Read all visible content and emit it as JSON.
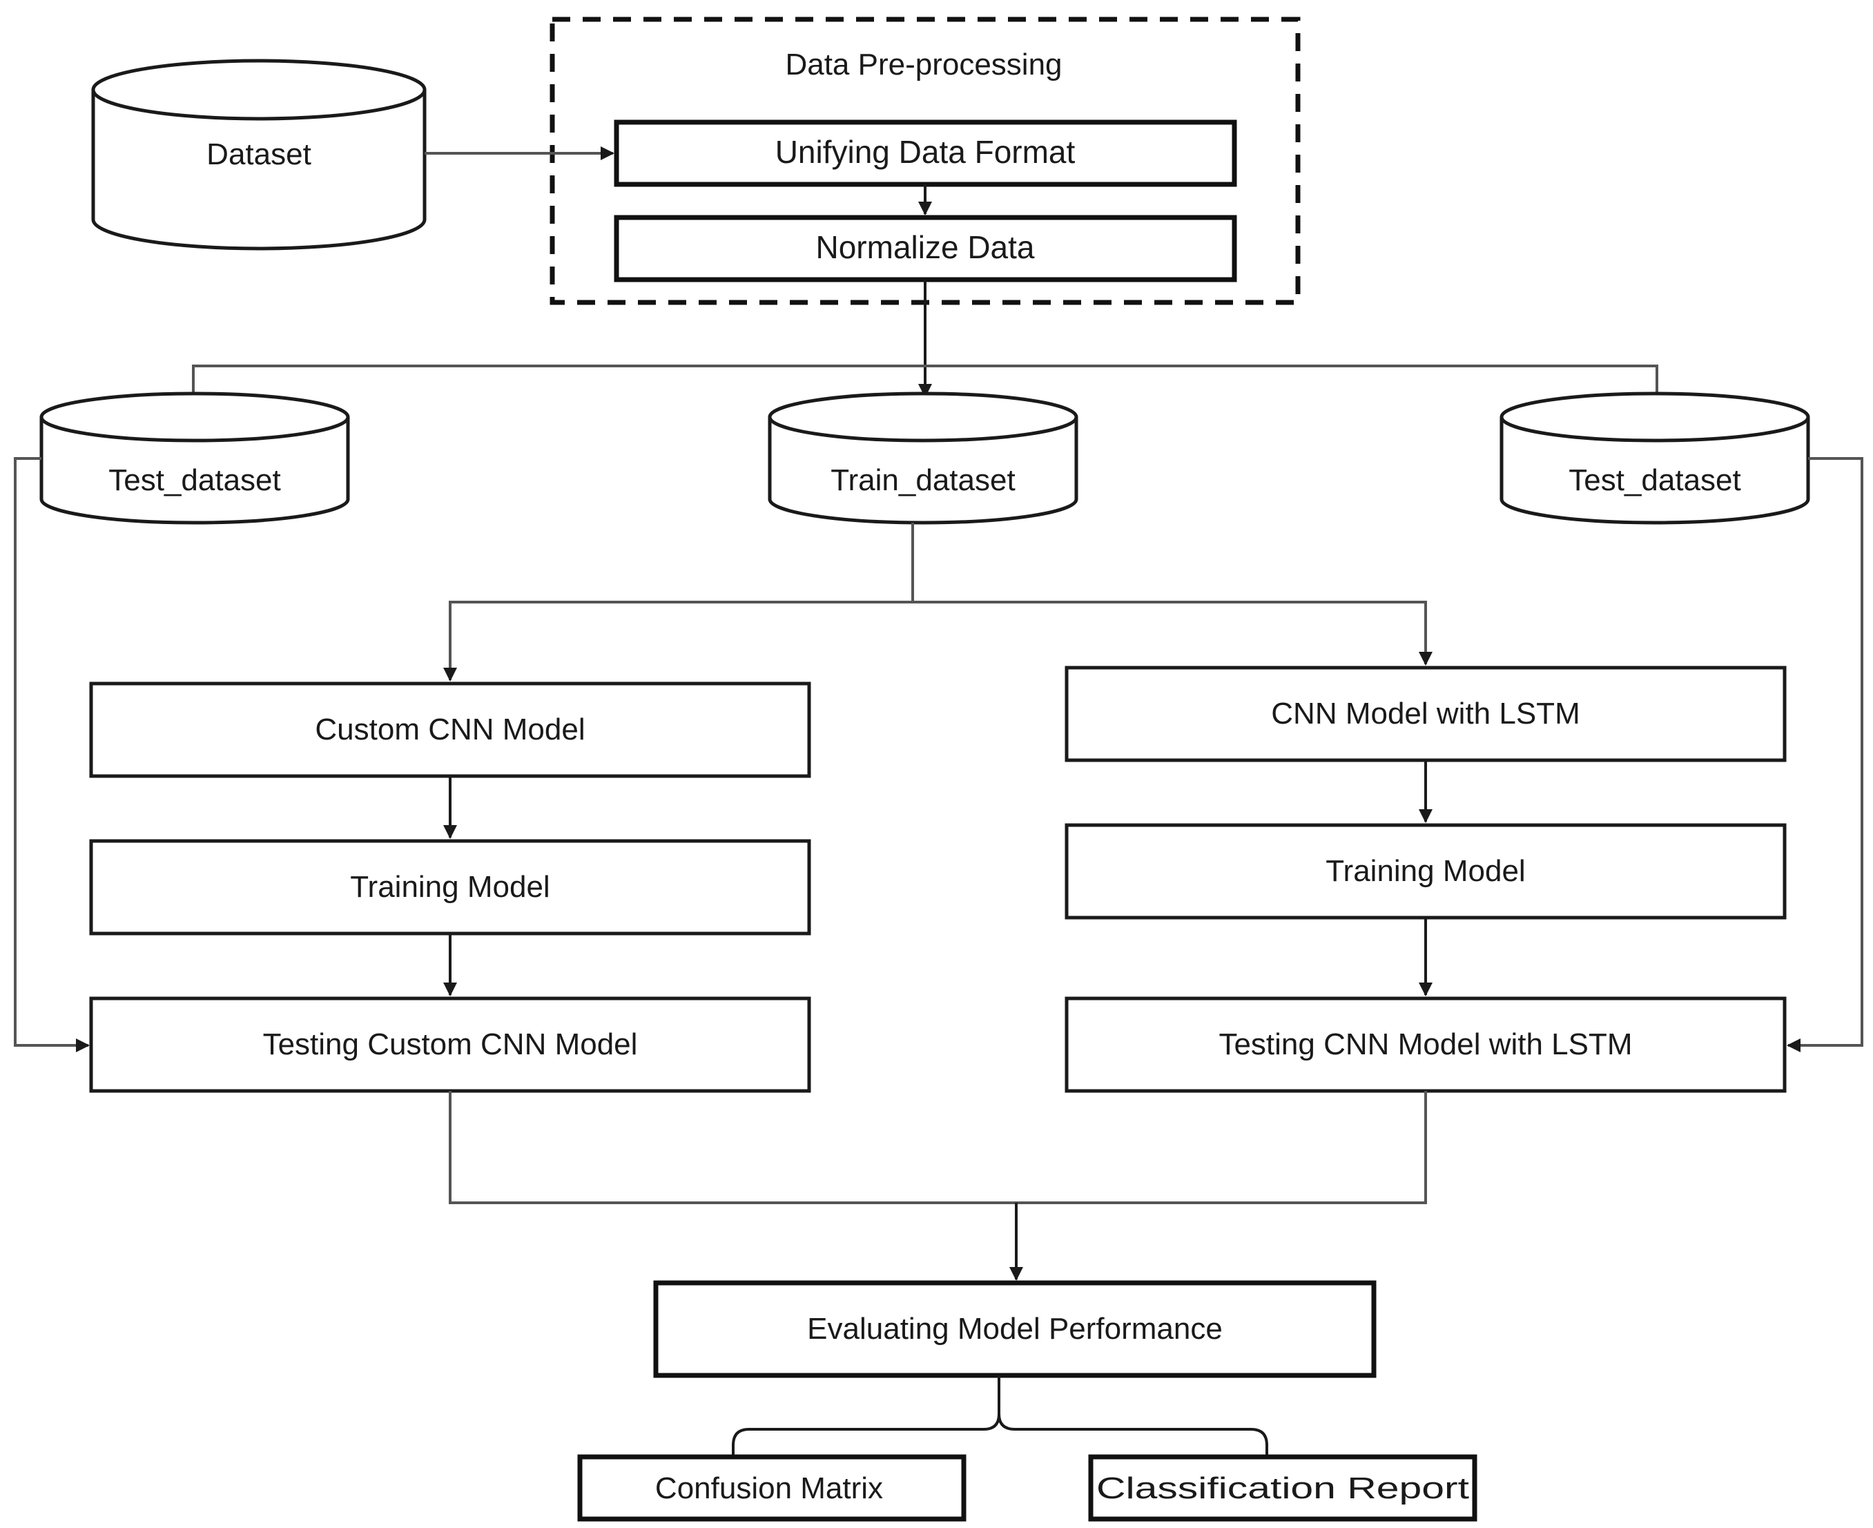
{
  "preprocessing": {
    "title": "Data Pre-processing",
    "step1": "Unifying Data Format",
    "step2": "Normalize Data"
  },
  "datasets": {
    "source": "Dataset",
    "test_left": "Test_dataset",
    "train": "Train_dataset",
    "test_right": "Test_dataset"
  },
  "pipeline_left": {
    "model": "Custom CNN Model",
    "training": "Training Model",
    "testing": "Testing Custom CNN Model"
  },
  "pipeline_right": {
    "model": "CNN Model with LSTM",
    "training": "Training Model",
    "testing": "Testing CNN Model with LSTM"
  },
  "evaluation": {
    "title": "Evaluating Model Performance",
    "output1": "Confusion Matrix",
    "output2": "Classification Report"
  },
  "colors": {
    "stroke": "#1a1a1a",
    "connector": "#555555",
    "background": "#ffffff"
  }
}
